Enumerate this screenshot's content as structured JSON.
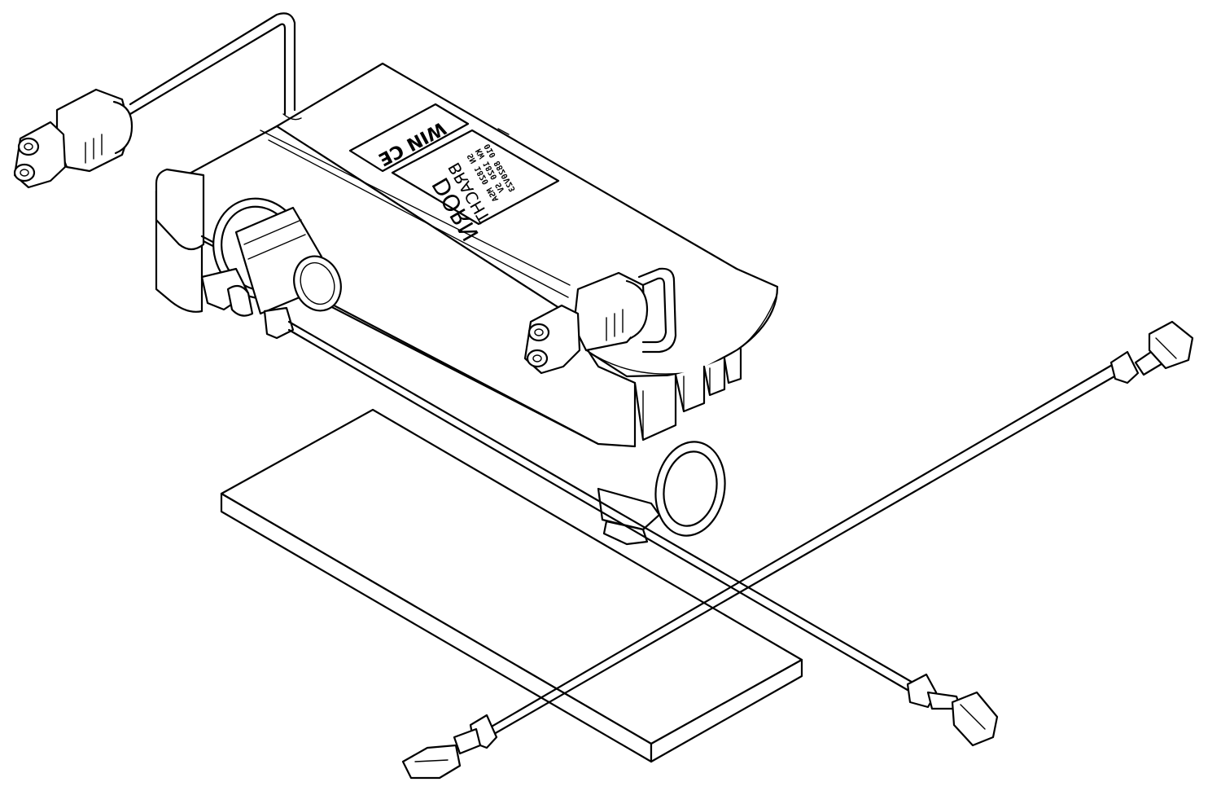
{
  "diagram": {
    "components": [
      "controller-housing",
      "power-cable",
      "power-connector",
      "harness-connector",
      "threaded-fitting",
      "heat-sink-fins",
      "mounting-pad",
      "wire-harness-left",
      "wire-harness-right",
      "ring-clip"
    ]
  },
  "label_top": {
    "text": "WIN CE"
  },
  "label_brand": {
    "line1": "DORN",
    "line2": "BRACHT",
    "spec1": "SN 1820 MSA",
    "spec2": "KW 1820 SV",
    "spec3": "010 8820V23"
  },
  "colors": {
    "line": "#000000",
    "fill": "#ffffff"
  }
}
